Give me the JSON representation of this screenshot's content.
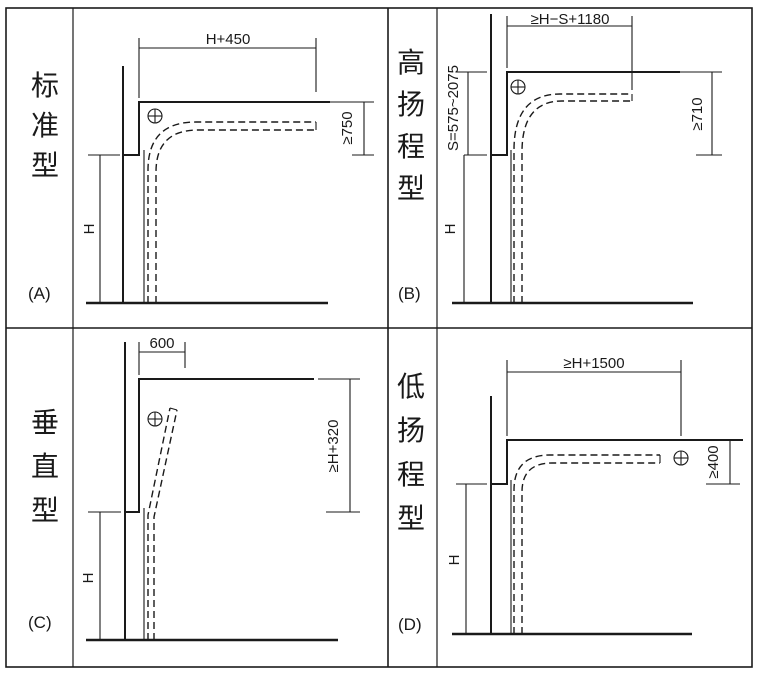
{
  "panels": {
    "A": {
      "type_chars": [
        "标",
        "准",
        "型"
      ],
      "label": "(A)",
      "dim_top": "H+450",
      "dim_right": "≥750",
      "height_label": "H"
    },
    "B": {
      "type_chars": [
        "高",
        "扬",
        "程",
        "型"
      ],
      "label": "(B)",
      "dim_top": "≥H−S+1180",
      "dim_right": "≥710",
      "dim_left": "S=575~2075",
      "height_label": "H"
    },
    "C": {
      "type_chars": [
        "垂",
        "直",
        "型"
      ],
      "label": "(C)",
      "dim_top": "600",
      "dim_right": "≥H+320",
      "height_label": "H"
    },
    "D": {
      "type_chars": [
        "低",
        "扬",
        "程",
        "型"
      ],
      "label": "(D)",
      "dim_top": "≥H+1500",
      "dim_right": "≥400",
      "height_label": "H"
    }
  },
  "symbols": {
    "spring": "⊕"
  }
}
